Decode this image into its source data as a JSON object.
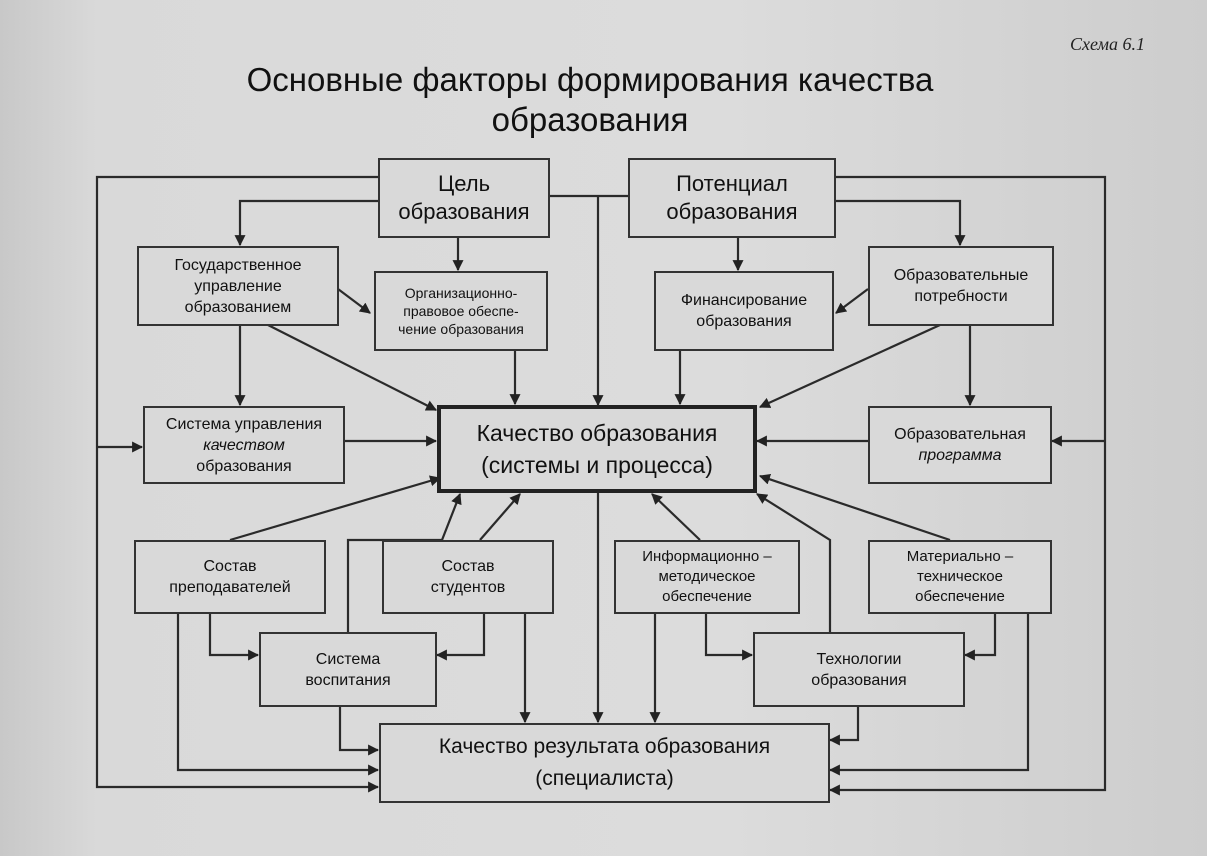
{
  "scheme_label": "Схема 6.1",
  "title": "Основные факторы формирования качества образования",
  "boxes": {
    "goal": "Цель\nобразования",
    "potential": "Потенциал\nобразования",
    "state_mgmt": "Государственное\nуправление\nобразованием",
    "org_legal": "Организационно-\nправовое обеспе-\nчение образования",
    "financing": "Финансирование\nобразования",
    "edu_needs": "Образовательные\nпотребности",
    "qms_line1": "Система управления",
    "qms_line2": "качеством",
    "qms_line3": "образования",
    "quality_main": "Качество образования\n(системы и процесса)",
    "edu_program_line1": "Образовательная",
    "edu_program_line2": "программа",
    "teachers": "Состав\nпреподавателей",
    "students": "Состав\nстудентов",
    "info_method": "Информационно –\nметодическое\nобеспечение",
    "material_tech": "Материально –\nтехническое\nобеспечение",
    "upbringing": "Система\nвоспитания",
    "edu_tech": "Технологии\nобразования",
    "result": "Качество результата образования\n(специалиста)"
  }
}
